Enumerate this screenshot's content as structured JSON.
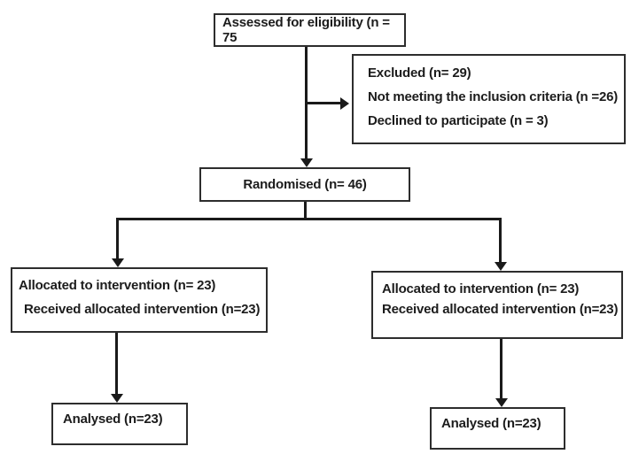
{
  "diagram": {
    "title": "CONSORT participant flow diagram",
    "boxes": {
      "assessed": {
        "label": "Assessed for eligibility (n = 75"
      },
      "excluded": {
        "lines": [
          "Excluded (n= 29)",
          "Not meeting the inclusion criteria (n =26)",
          "Declined to participate (n = 3)"
        ]
      },
      "randomised": {
        "label": "Randomised (n= 46)"
      },
      "allocated_left": {
        "lines": [
          "Allocated to intervention (n= 23)",
          "Received allocated intervention (n=23)"
        ]
      },
      "allocated_right": {
        "lines": [
          "Allocated to intervention (n= 23)",
          "Received allocated intervention (n=23)"
        ]
      },
      "analysed_left": {
        "label": "Analysed (n=23)"
      },
      "analysed_right": {
        "label": "Analysed (n=23)"
      }
    },
    "colors": {
      "background": "#ffffff",
      "border": "#2d2d2d",
      "text": "#1c1c1c",
      "line": "#1a1a1a"
    }
  }
}
